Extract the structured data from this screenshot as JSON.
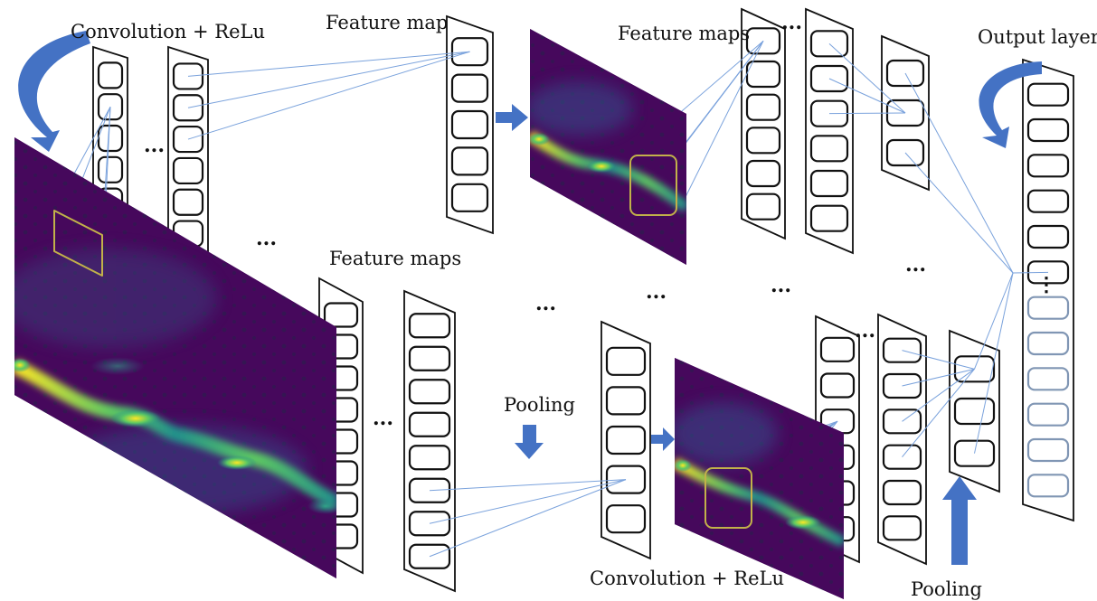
{
  "labels": {
    "conv_relu_top": "Convolution + ReLu",
    "feature_map": "Feature map",
    "feature_maps_top": "Feature maps",
    "output_layer": "Output layer",
    "feature_maps_mid": "Feature maps",
    "pooling_mid": "Pooling",
    "conv_relu_bottom": "Convolution + ReLu",
    "pooling_bottom": "Pooling"
  },
  "ellipsis": "...",
  "vertical_ellipsis": "⋮",
  "colors": {
    "arrow": "#4472c4",
    "connection_line": "#7aa2dc",
    "receptive_field": "#c2b14a",
    "heatmap_low": "#440154",
    "heatmap_mid": "#21918c",
    "heatmap_high": "#fde725",
    "node_faded": "#8096b4",
    "stroke": "#111111"
  }
}
